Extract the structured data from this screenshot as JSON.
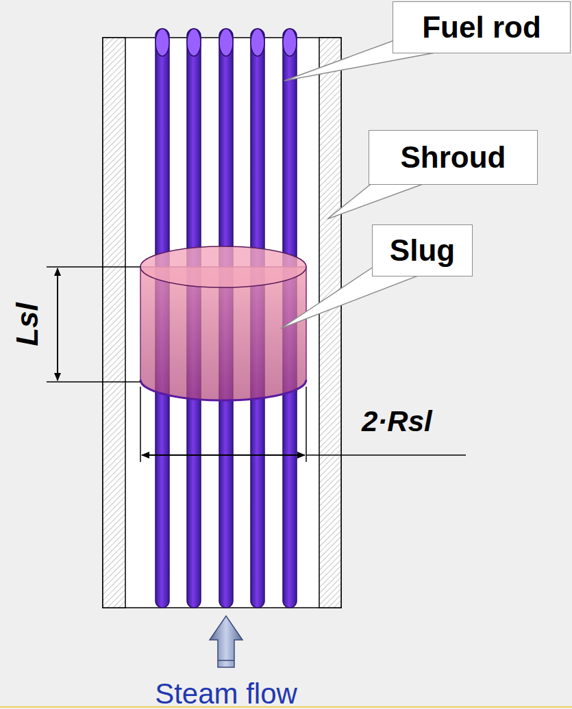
{
  "diagram": {
    "nodes": [
      {
        "text": [
          "Fuel rod"
        ]
      },
      {
        "text": [
          "Shroud"
        ]
      },
      {
        "text": [
          "Slug"
        ]
      }
    ],
    "labels": [
      "Lsl",
      "2·Rsl",
      "Steam flow"
    ]
  }
}
